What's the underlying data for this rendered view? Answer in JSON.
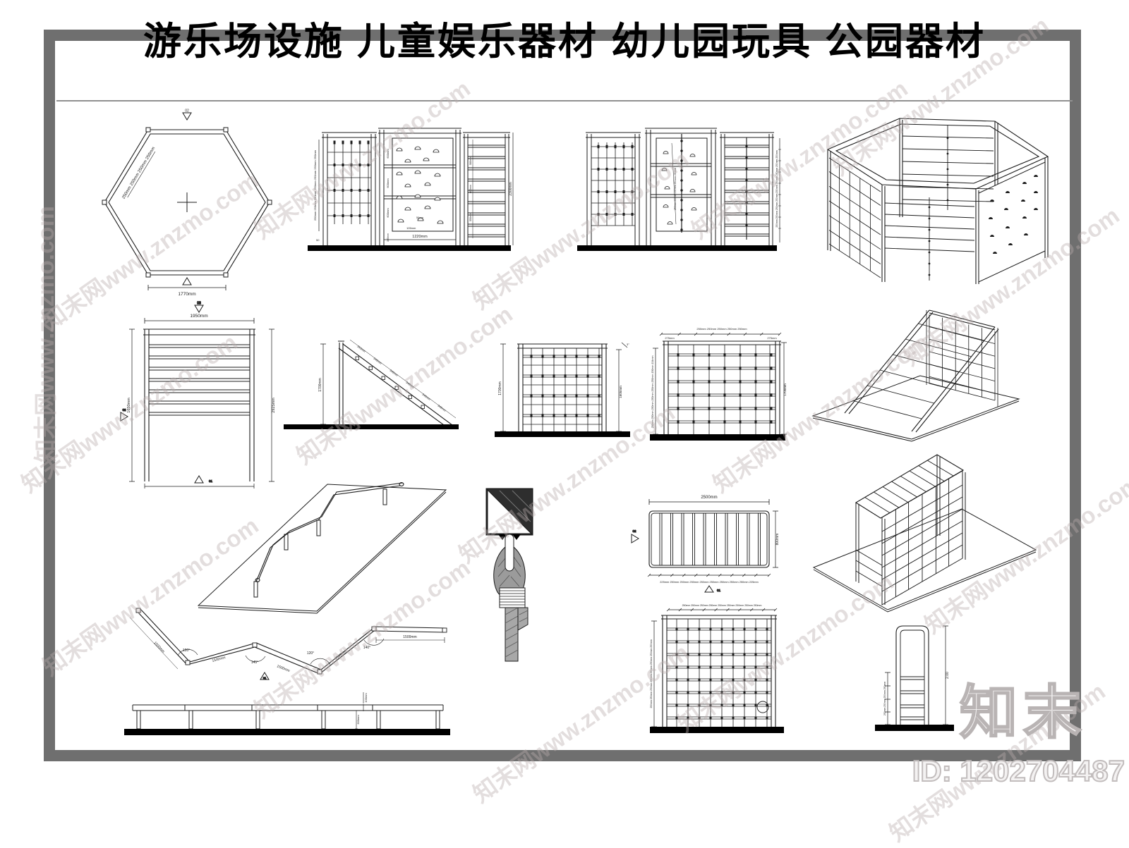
{
  "page": {
    "title": "游乐场设施 儿童娱乐器材 幼儿园玩具 公园器材"
  },
  "watermark": {
    "diagonal": "知末网www.znzmo.com",
    "logo": "知末",
    "id_text": "ID: 1202704487"
  },
  "figures": {
    "hexagon_plan": {
      "marker_top": "02",
      "marker_bottom": "01",
      "width_dim": "1770mm",
      "edge_dims": "250mm 250mm 250mm 250mm"
    },
    "climb_front": {
      "left_dims": "250mm 250mm 250mm 250mm 250mm 250mm 250mm",
      "left_base": "50",
      "panel_dim_1": "600mm",
      "panel_dim_2": "600mm",
      "panel_dim_3": "600mm",
      "panel_base": "305mm",
      "hold_note": "50mm",
      "spacing_note": "105mm",
      "width_dim": "1220mm",
      "right_dim": "2300mm",
      "rung_dim_1": "580mm",
      "rung_dim_2": "600mm",
      "rung_dim_3": "550mm"
    },
    "climb_rear": {
      "right_dims": "250mm 250mm 250mm 250mm 250mm 250mm 250mm 250mm 250mm",
      "inner_dims": "250mm 250mm 250mm 250mm 250mm"
    },
    "ladder_frame": {
      "marker_top": "03",
      "top_dim": "1950mm",
      "left_dim": "1650mm",
      "right_dim": "2925mm",
      "marker_left": "02",
      "marker_bottom": "01"
    },
    "slope_ladder": {
      "height_dim": "1700mm",
      "step_dims": [
        "353mm",
        "349mm",
        "349mm",
        "349mm",
        "349mm",
        "349mm"
      ]
    },
    "grid_wall_a": {
      "left_dim": "1700mm",
      "right_dim": "1605mm",
      "angle_note": "3°"
    },
    "grid_wall_b": {
      "top_dims": "250mm 250mm 250mm 250mm 250mm",
      "top_left": "275mm",
      "top_right": "275mm",
      "left_dims": "250mm 250mm 250mm 250mm 250mm 250mm 150mm 134mm",
      "right_dim": "1700mm"
    },
    "ladder_plan": {
      "top_dim": "2500mm",
      "right_dim": "800mm",
      "bottom_dims": "225mm 250mm 250mm 250mm 250mm 250mm 250mm 250mm 250mm 225mm",
      "marker_left": "02",
      "marker_bottom": "01"
    },
    "zigzag_plan": {
      "seg_dims": [
        "1500mm",
        "1500mm",
        "1500mm",
        "1500mm"
      ],
      "right_dim": "1500mm",
      "angles": [
        "120°",
        "145°",
        "120°",
        "140°"
      ],
      "marker": "01"
    },
    "beam_elevation": {
      "beam_height": "100mm",
      "post_height": "300mm"
    },
    "grid_wall_c": {
      "top_dims": "250mm 250mm 250mm 250mm 250mm 250mm 250mm 250mm 250mm",
      "left_dims": "250mm 250mm 250mm 250mm 250mm 250mm 250mm 250mm"
    },
    "small_ladder": {
      "left_dims": "250mm 250mm 250mm 250mm",
      "right_dim": "2.00"
    }
  }
}
